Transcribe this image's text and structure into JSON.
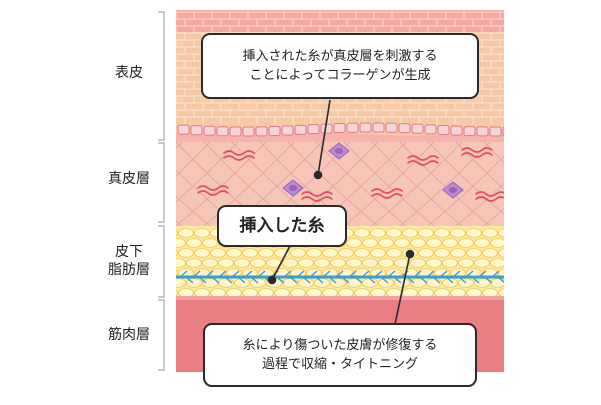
{
  "layers": [
    {
      "id": "epidermis",
      "label": "表皮"
    },
    {
      "id": "dermis",
      "label": "真皮層"
    },
    {
      "id": "subcutaneous",
      "label": "皮下\n脂肪層"
    },
    {
      "id": "muscle",
      "label": "筋肉層"
    }
  ],
  "callouts": {
    "collagen": {
      "line1": "挿入された糸が真皮層を刺激する",
      "line2": "ことによってコラーゲンが生成"
    },
    "thread": {
      "line1": "挿入した糸"
    },
    "repair": {
      "line1": "糸により傷ついた皮膚が修復する",
      "line2": "過程で収縮・タイトニング"
    }
  },
  "colors": {
    "epidermis_top": "#f6a9a0",
    "epidermis_mid": "#f8c9a4",
    "dermis": "#f6c6b7",
    "fat": "#fde9a0",
    "thread": "#3aa0d0",
    "muscle": "#ea7f83",
    "fiber_red": "#e2505c",
    "cell_purple": "#9a62b8",
    "bracket": "#b9b9b9"
  }
}
